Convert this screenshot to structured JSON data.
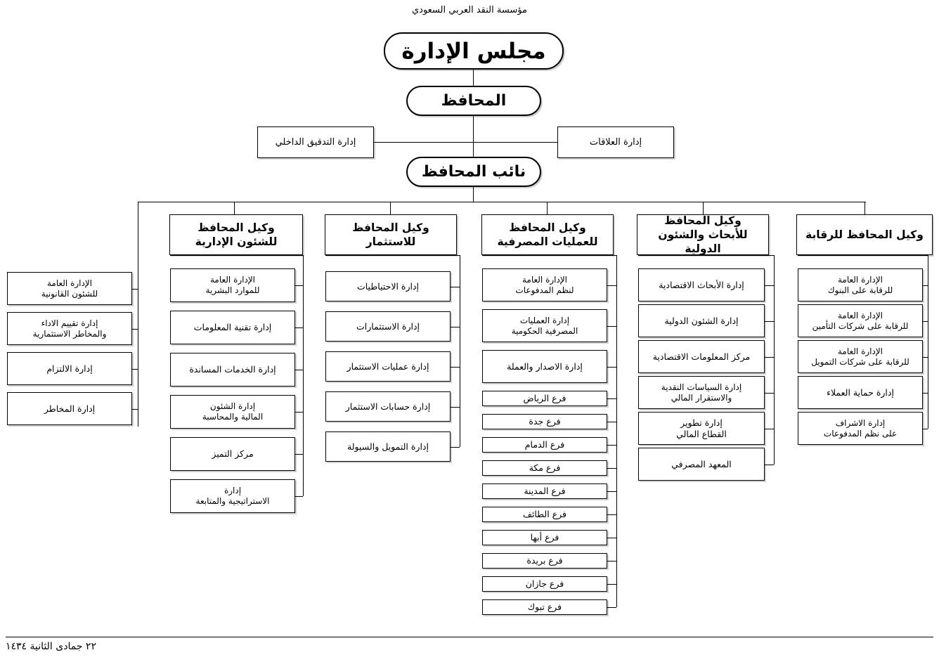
{
  "header": {
    "title": "مؤسسة النقد العربي السعودي"
  },
  "footer": {
    "date": "٢٢ جمادى الثانية ١٤٣٤"
  },
  "chart_data": {
    "type": "diagram",
    "title": "مؤسسة النقد العربي السعودي",
    "orientation": "rtl-top-down-org-chart",
    "levels": 4
  },
  "top": {
    "board": "مجلس الإدارة",
    "governor": "المحافظ",
    "deputy_governor": "نائب المحافظ",
    "internal_audit": "إدارة التدقيق الداخلي",
    "relations": "إدارة العلاقات"
  },
  "columns": [
    {
      "id": "supervision",
      "head": "وكيل المحافظ للرقابة",
      "children": [
        "الإدارة العامة\nللرقابة على البنوك",
        "الإدارة  العامة\nللرقابة على شركات التأمين",
        "الإدارة  العامة\nللرقابة على شركات التمويل",
        "إدارة حماية العملاء",
        "إدارة الاشراف\nعلى نظم المدفوعات"
      ]
    },
    {
      "id": "research-international",
      "head": "وكيل المحافظ\nللأبحاث والشئون الدولية",
      "children": [
        "إدارة الأبحاث الاقتصادية",
        "إدارة الشئون الدولية",
        "مركز المعلومات الاقتصادية",
        "إدارة السياسات النقدية\nوالاستقرار المالي",
        "إدارة تطوير\nالقطاع المالي",
        "المعهد المصرفي"
      ]
    },
    {
      "id": "banking-operations",
      "head": "وكيل المحافظ\nللعمليات المصرفية",
      "children": [
        "الإدارة العامة\nلنظم المدفوعات",
        "إدارة العمليات\nالمصرفية الحكومية",
        "إدارة الاصدار والعملة",
        "فرع الرياض",
        "فرع جدة",
        "فرع الدمام",
        "فرع مكة",
        "فرع المدينة",
        "فرع الطائف",
        "فرع أبها",
        "فرع بريدة",
        "فرع جازان",
        "فرع تبوك"
      ]
    },
    {
      "id": "investment",
      "head": "وكيل المحافظ للاستثمار",
      "children": [
        "إدارة الاحتياطيات",
        "إدارة الاستثمارات",
        "إدارة عمليات الاستثمار",
        "إدارة حسابات الاستثمار",
        "إدارة التمويل والسيولة"
      ]
    },
    {
      "id": "administrative-affairs",
      "head": "وكيل المحافظ\nللشئون الإدارية",
      "children": [
        "الإدارة العامة\nللموارد البشرية",
        "إدارة تقنية المعلومات",
        "إدارة الخدمات المساندة",
        "إدارة  الشئون\nالمالية والمحاسبة",
        "مركز التميز",
        "إدارة\nالاستراتيجية والمتابعة"
      ]
    },
    {
      "id": "legal-and-risk",
      "head": null,
      "children": [
        "الإدارة العامة\nللشئون القانونية",
        "إدارة تقييم الاداء\nوالمخاطر الاستثمارية",
        "إدارة الالتزام",
        "إدارة المخاطر"
      ]
    }
  ]
}
